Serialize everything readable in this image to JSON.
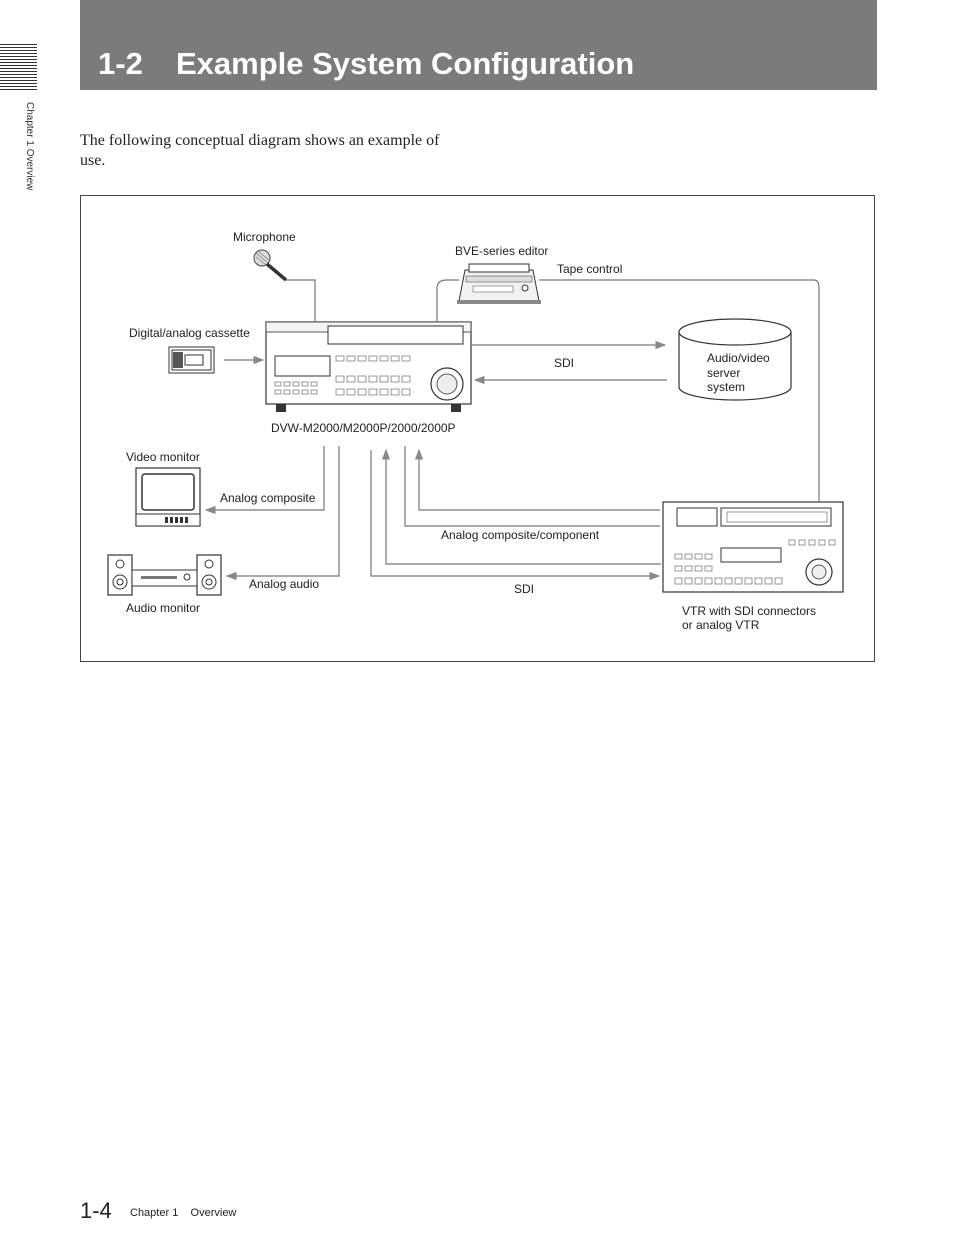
{
  "sidebar": {
    "chapter_label": "Chapter 1   Overview"
  },
  "header": {
    "section_number": "1-2",
    "section_title": "Example System Configuration"
  },
  "intro": {
    "text": "The following conceptual diagram shows an example of use."
  },
  "diagram": {
    "labels": {
      "microphone": "Microphone",
      "bve_editor": "BVE-series editor",
      "tape_control": "Tape control",
      "cassette": "Digital/analog cassette",
      "sdi_top": "SDI",
      "server_line1": "Audio/video",
      "server_line2": "server",
      "server_line3": "system",
      "model": "DVW-M2000/M2000P/2000/2000P",
      "video_monitor": "Video monitor",
      "analog_composite": "Analog composite",
      "composite_component": "Analog composite/component",
      "analog_audio": "Analog audio",
      "audio_monitor": "Audio monitor",
      "sdi_bottom": "SDI",
      "vtr_line1": "VTR with SDI connectors",
      "vtr_line2": "or analog VTR"
    }
  },
  "footer": {
    "page_number": "1-4",
    "chapter_text": "Chapter 1    Overview"
  }
}
